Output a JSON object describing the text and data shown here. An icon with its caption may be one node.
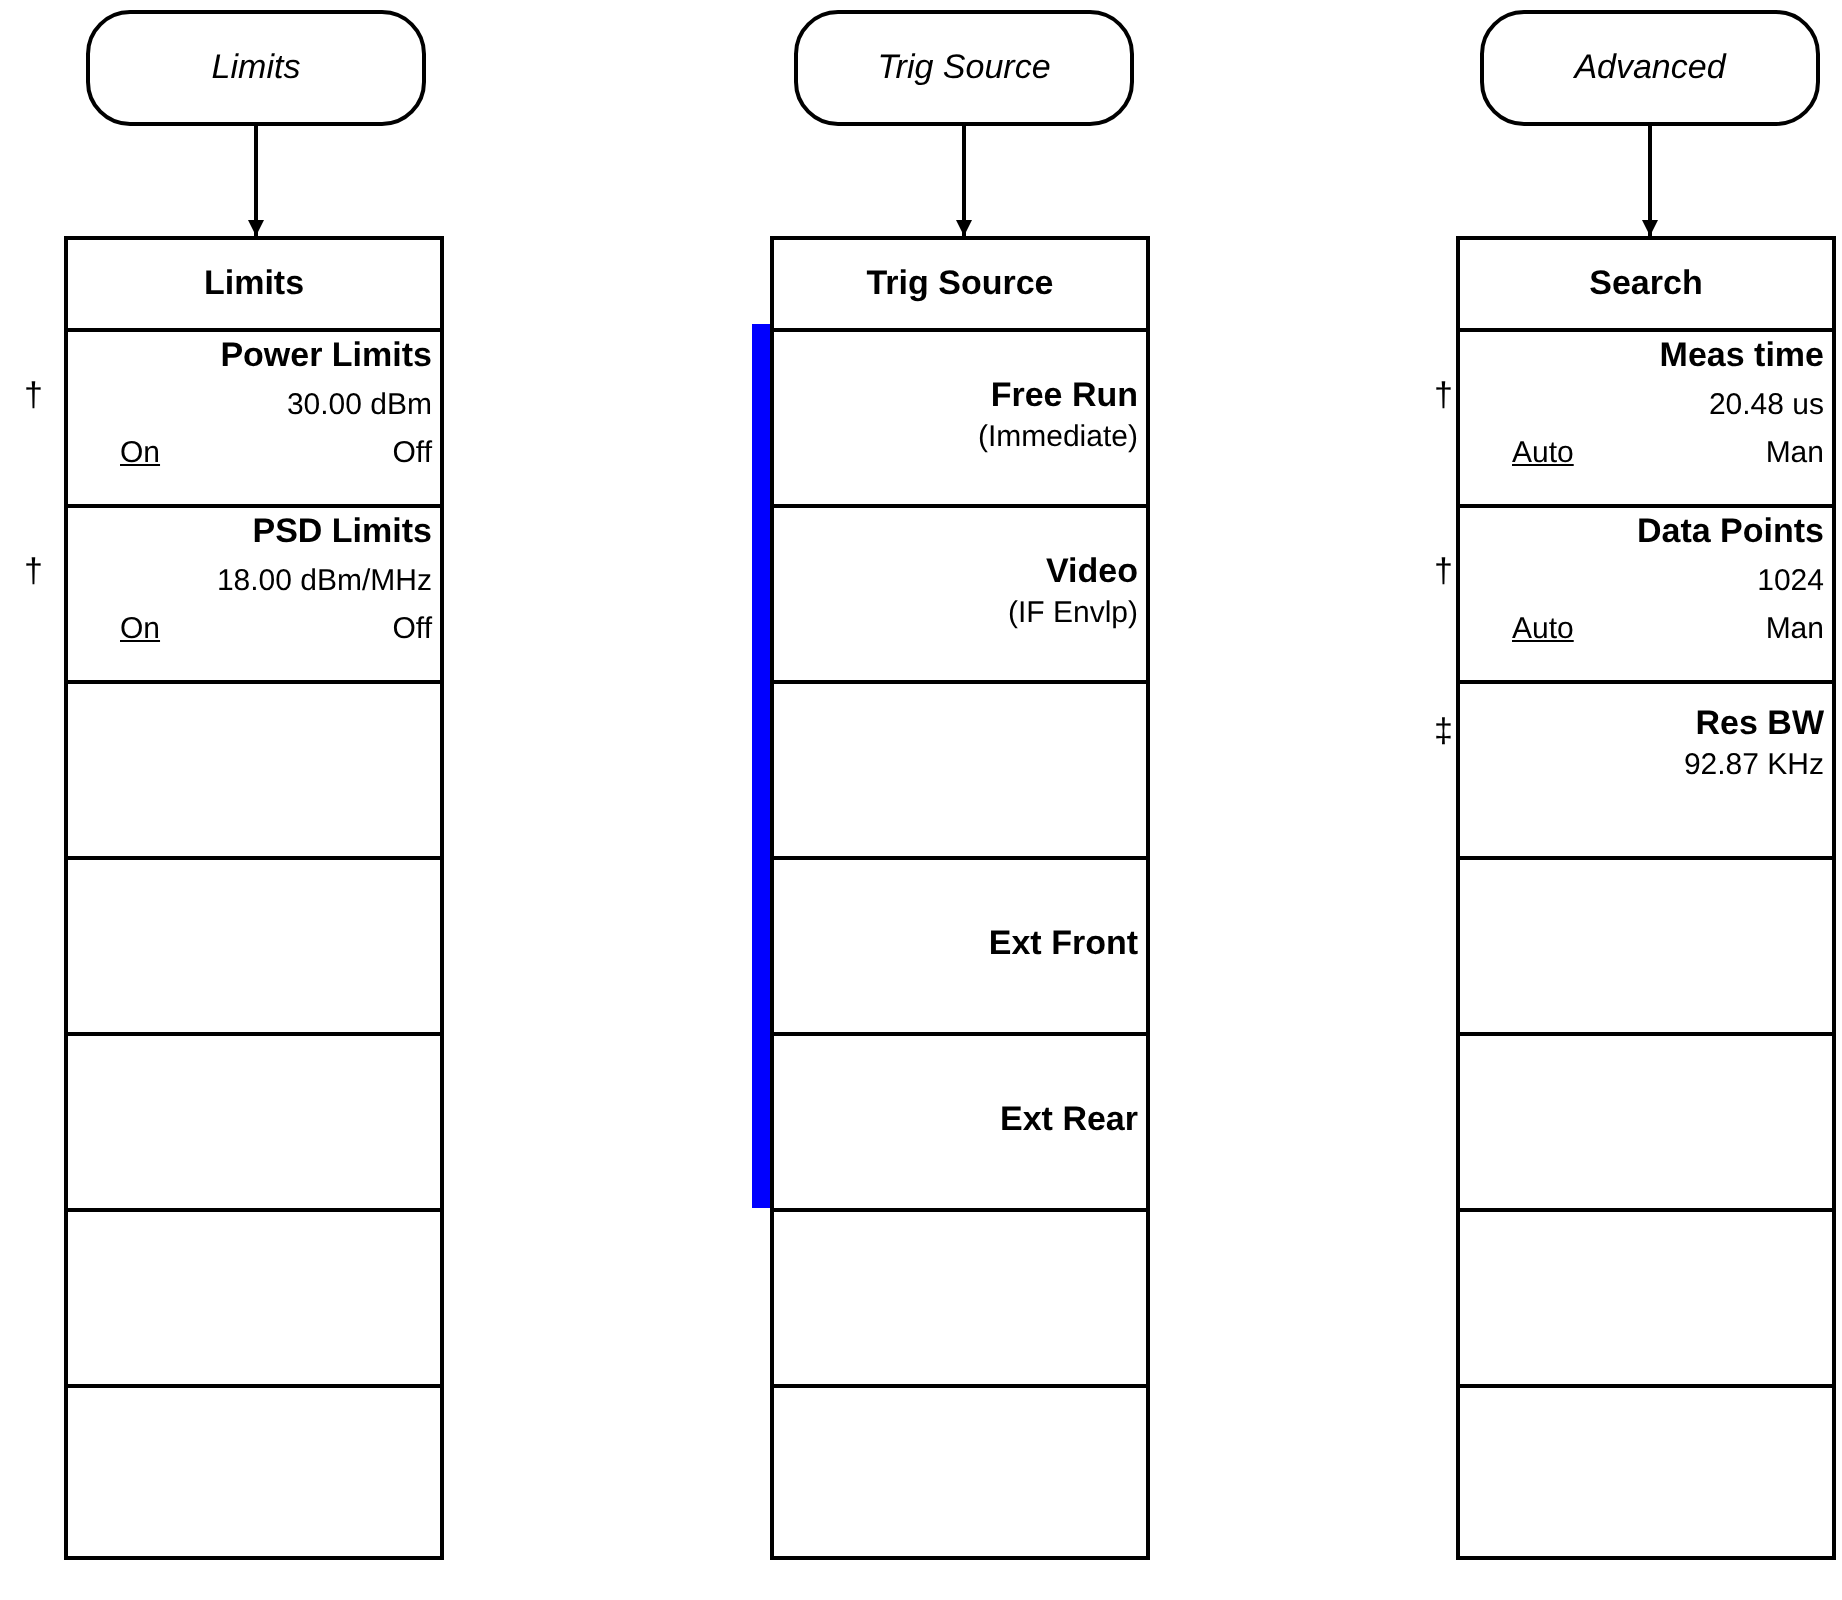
{
  "diagram": {
    "nodes": [
      {
        "text": [
          "Limits"
        ]
      },
      {
        "text": [
          "Limits"
        ]
      },
      {
        "text": [
          "Power Limits",
          "30.00 dBm",
          "On",
          "Off"
        ],
        "in": 1,
        "beside": [
          "†"
        ]
      },
      {
        "text": [
          "PSD Limits",
          "18.00 dBm/MHz",
          "On",
          "Off"
        ],
        "in": 1,
        "beside": [
          "†"
        ]
      },
      {
        "text": [],
        "shape": "box",
        "in": 1
      },
      {
        "text": [],
        "shape": "box",
        "in": 1
      },
      {
        "text": [],
        "shape": "box",
        "in": 1
      },
      {
        "text": [],
        "shape": "box",
        "in": 1
      },
      {
        "text": [],
        "shape": "box",
        "in": 1
      },
      {
        "text": [
          "Trig Source"
        ]
      },
      {
        "text": [
          "Trig Source"
        ]
      },
      {
        "text": [
          "Free Run",
          "(Immediate)"
        ],
        "in": 10
      },
      {
        "text": [
          "Video",
          "(IF Envlp)"
        ],
        "in": 10
      },
      {
        "text": [],
        "shape": "box",
        "in": 10
      },
      {
        "text": [
          "Ext Front"
        ],
        "in": 10
      },
      {
        "text": [
          "Ext Rear"
        ],
        "in": 10
      },
      {
        "text": [],
        "shape": "box",
        "in": 10
      },
      {
        "text": [],
        "shape": "box",
        "in": 10
      },
      {
        "text": [
          "Advanced"
        ]
      },
      {
        "text": [
          "Search"
        ]
      },
      {
        "text": [
          "Meas time",
          "20.48 us",
          "Auto",
          "Man"
        ],
        "in": 19,
        "beside": [
          "†"
        ]
      },
      {
        "text": [
          "Data Points",
          "1024",
          "Auto",
          "Man"
        ],
        "in": 19,
        "beside": [
          "†"
        ]
      },
      {
        "text": [
          "Res BW",
          "92.87 KHz"
        ],
        "in": 19,
        "beside": [
          "‡"
        ]
      },
      {
        "text": [],
        "shape": "box",
        "in": 19
      },
      {
        "text": [],
        "shape": "box",
        "in": 19
      },
      {
        "text": [],
        "shape": "box",
        "in": 19
      },
      {
        "text": [],
        "shape": "box",
        "in": 19
      }
    ],
    "edges": [
      {
        "from": 0,
        "to": 1,
        "arrow": "to"
      },
      {
        "from": 9,
        "to": 10,
        "arrow": "to"
      },
      {
        "from": 18,
        "to": 19,
        "arrow": "to"
      }
    ]
  }
}
